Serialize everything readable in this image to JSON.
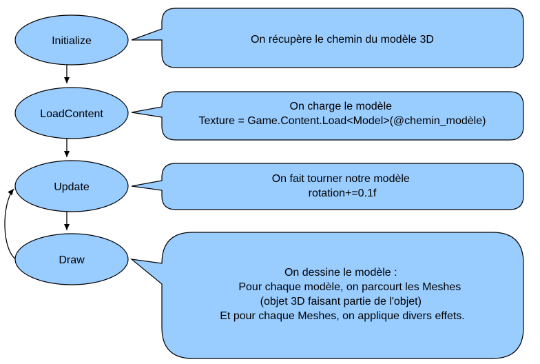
{
  "colors": {
    "fill": "#99ccff",
    "stroke": "#000000",
    "background": "#ffffff"
  },
  "nodes": [
    {
      "label": "Initialize"
    },
    {
      "label": "LoadContent"
    },
    {
      "label": "Update"
    },
    {
      "label": "Draw"
    }
  ],
  "callouts": [
    {
      "lines": [
        "On récupère le chemin du modèle 3D"
      ]
    },
    {
      "lines": [
        "On charge le modèle",
        "Texture = Game.Content.Load<Model>(@chemin_modèle)"
      ]
    },
    {
      "lines": [
        "On fait tourner notre modèle",
        "rotation+=0.1f"
      ]
    },
    {
      "lines": [
        "On dessine le modèle :",
        "Pour chaque modèle, on parcourt les Meshes",
        "(objet 3D faisant partie de l'objet)",
        "Et pour chaque Meshes, on applique divers effets."
      ]
    }
  ]
}
